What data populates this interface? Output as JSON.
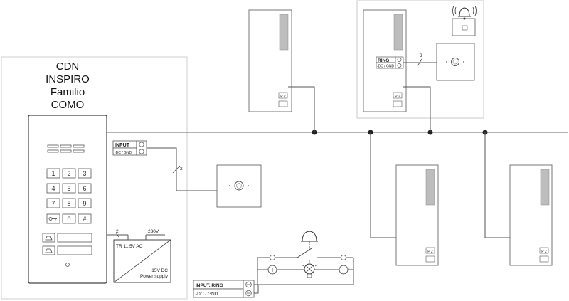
{
  "station": {
    "title_lines": [
      "CDN",
      "INSPIRO",
      "Familio",
      "COMO"
    ]
  },
  "keypad": {
    "keys": [
      "1",
      "2",
      "3",
      "4",
      "5",
      "6",
      "7",
      "8",
      "9",
      "",
      "0",
      "#"
    ]
  },
  "connectors": {
    "input_block": {
      "line1": "INPUT",
      "line2": "-DC / GND"
    },
    "ring_block": {
      "line1": "RING",
      "line2": "-DC / GND"
    },
    "bottom_block": {
      "line1": "INPUT, RING",
      "line2": "-DC / GND"
    }
  },
  "wire_labels": {
    "input_wire": "2",
    "ring_wire": "2",
    "psu_wire": "2",
    "mains": "230V"
  },
  "power_supply": {
    "top_label": "TR 11,5V AC",
    "bottom_line1": "15V DC",
    "bottom_line2": "Power supply"
  },
  "handset_labels": {
    "p_label": "P 2"
  },
  "circuit": {
    "plus": "+",
    "minus": "−"
  },
  "icons": [
    "bell-icon",
    "doorbell-button-icon",
    "bulb-icon",
    "push-button-icon",
    "key-icon",
    "bell-symbol-icon"
  ]
}
